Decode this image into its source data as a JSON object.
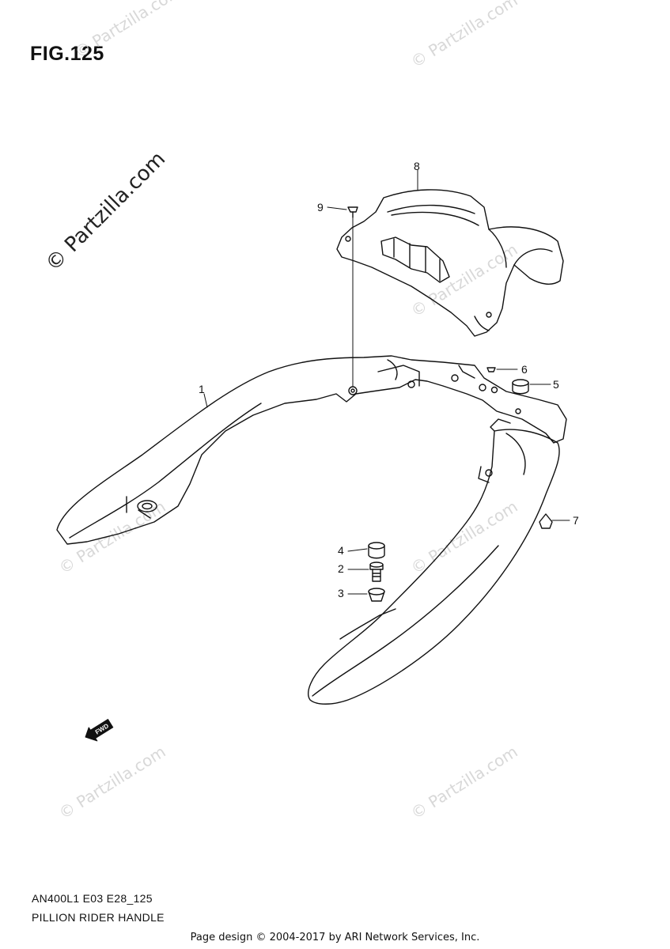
{
  "figure": {
    "title": "FIG.125"
  },
  "watermark": {
    "main": "© Partzilla.com",
    "repeat": "© Partzilla.com"
  },
  "callouts": [
    {
      "num": "1"
    },
    {
      "num": "2"
    },
    {
      "num": "3"
    },
    {
      "num": "4"
    },
    {
      "num": "5"
    },
    {
      "num": "6"
    },
    {
      "num": "7"
    },
    {
      "num": "8"
    },
    {
      "num": "9"
    }
  ],
  "fwd_badge": "FWD",
  "model_code": "AN400L1 E03 E28_125",
  "section_name": "PILLION RIDER HANDLE",
  "footer": "Page design © 2004-2017 by ARI Network Services, Inc."
}
